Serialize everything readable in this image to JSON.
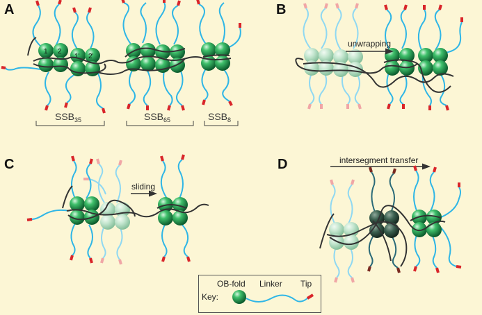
{
  "panels": {
    "a": {
      "letter": "A"
    },
    "b": {
      "letter": "B",
      "arrow_label": "unwrapping"
    },
    "c": {
      "letter": "C",
      "arrow_label": "sliding"
    },
    "d": {
      "letter": "D",
      "arrow_label": "intersegment transfer"
    }
  },
  "modes": [
    {
      "base": "SSB",
      "sub": "35"
    },
    {
      "base": "SSB",
      "sub": "65"
    },
    {
      "base": "SSB",
      "sub": "8"
    }
  ],
  "subunit_numbers": [
    "1",
    "2",
    "1'",
    "2'"
  ],
  "key": {
    "title": "Key:",
    "items": [
      {
        "label": "OB-fold"
      },
      {
        "label": "Linker"
      },
      {
        "label": "Tip"
      }
    ]
  },
  "colors": {
    "background": "#fcf6d5",
    "ob_fold": "#1f9a4f",
    "linker": "#2fb6e6",
    "tip": "#d9252a",
    "dna": "#333333"
  }
}
